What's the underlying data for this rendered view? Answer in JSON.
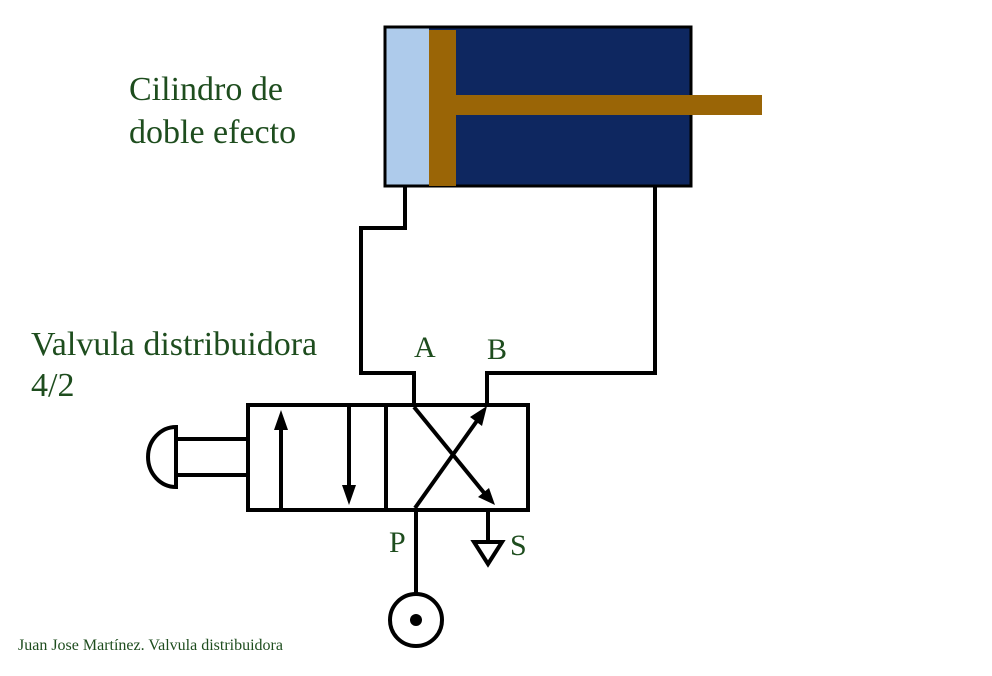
{
  "cylinder": {
    "label_line1": "Cilindro de",
    "label_line2": "doble efecto"
  },
  "valve": {
    "label_line1": "Valvula distribuidora",
    "label_line2": "4/2"
  },
  "ports": {
    "a": "A",
    "b": "B",
    "p": "P",
    "s": "S"
  },
  "credit": "Juan Jose Martínez. Valvula distribuidora",
  "colors": {
    "text": "#1e4d1e",
    "cylinder_body": "#0e2760",
    "cylinder_chamber": "#aecbeb",
    "piston_rod": "#9a6506",
    "line": "#000000"
  },
  "icons": {
    "pressure_source": "pressure-source-icon",
    "exhaust": "exhaust-triangle-icon",
    "push_button": "push-button-actuator-icon"
  }
}
